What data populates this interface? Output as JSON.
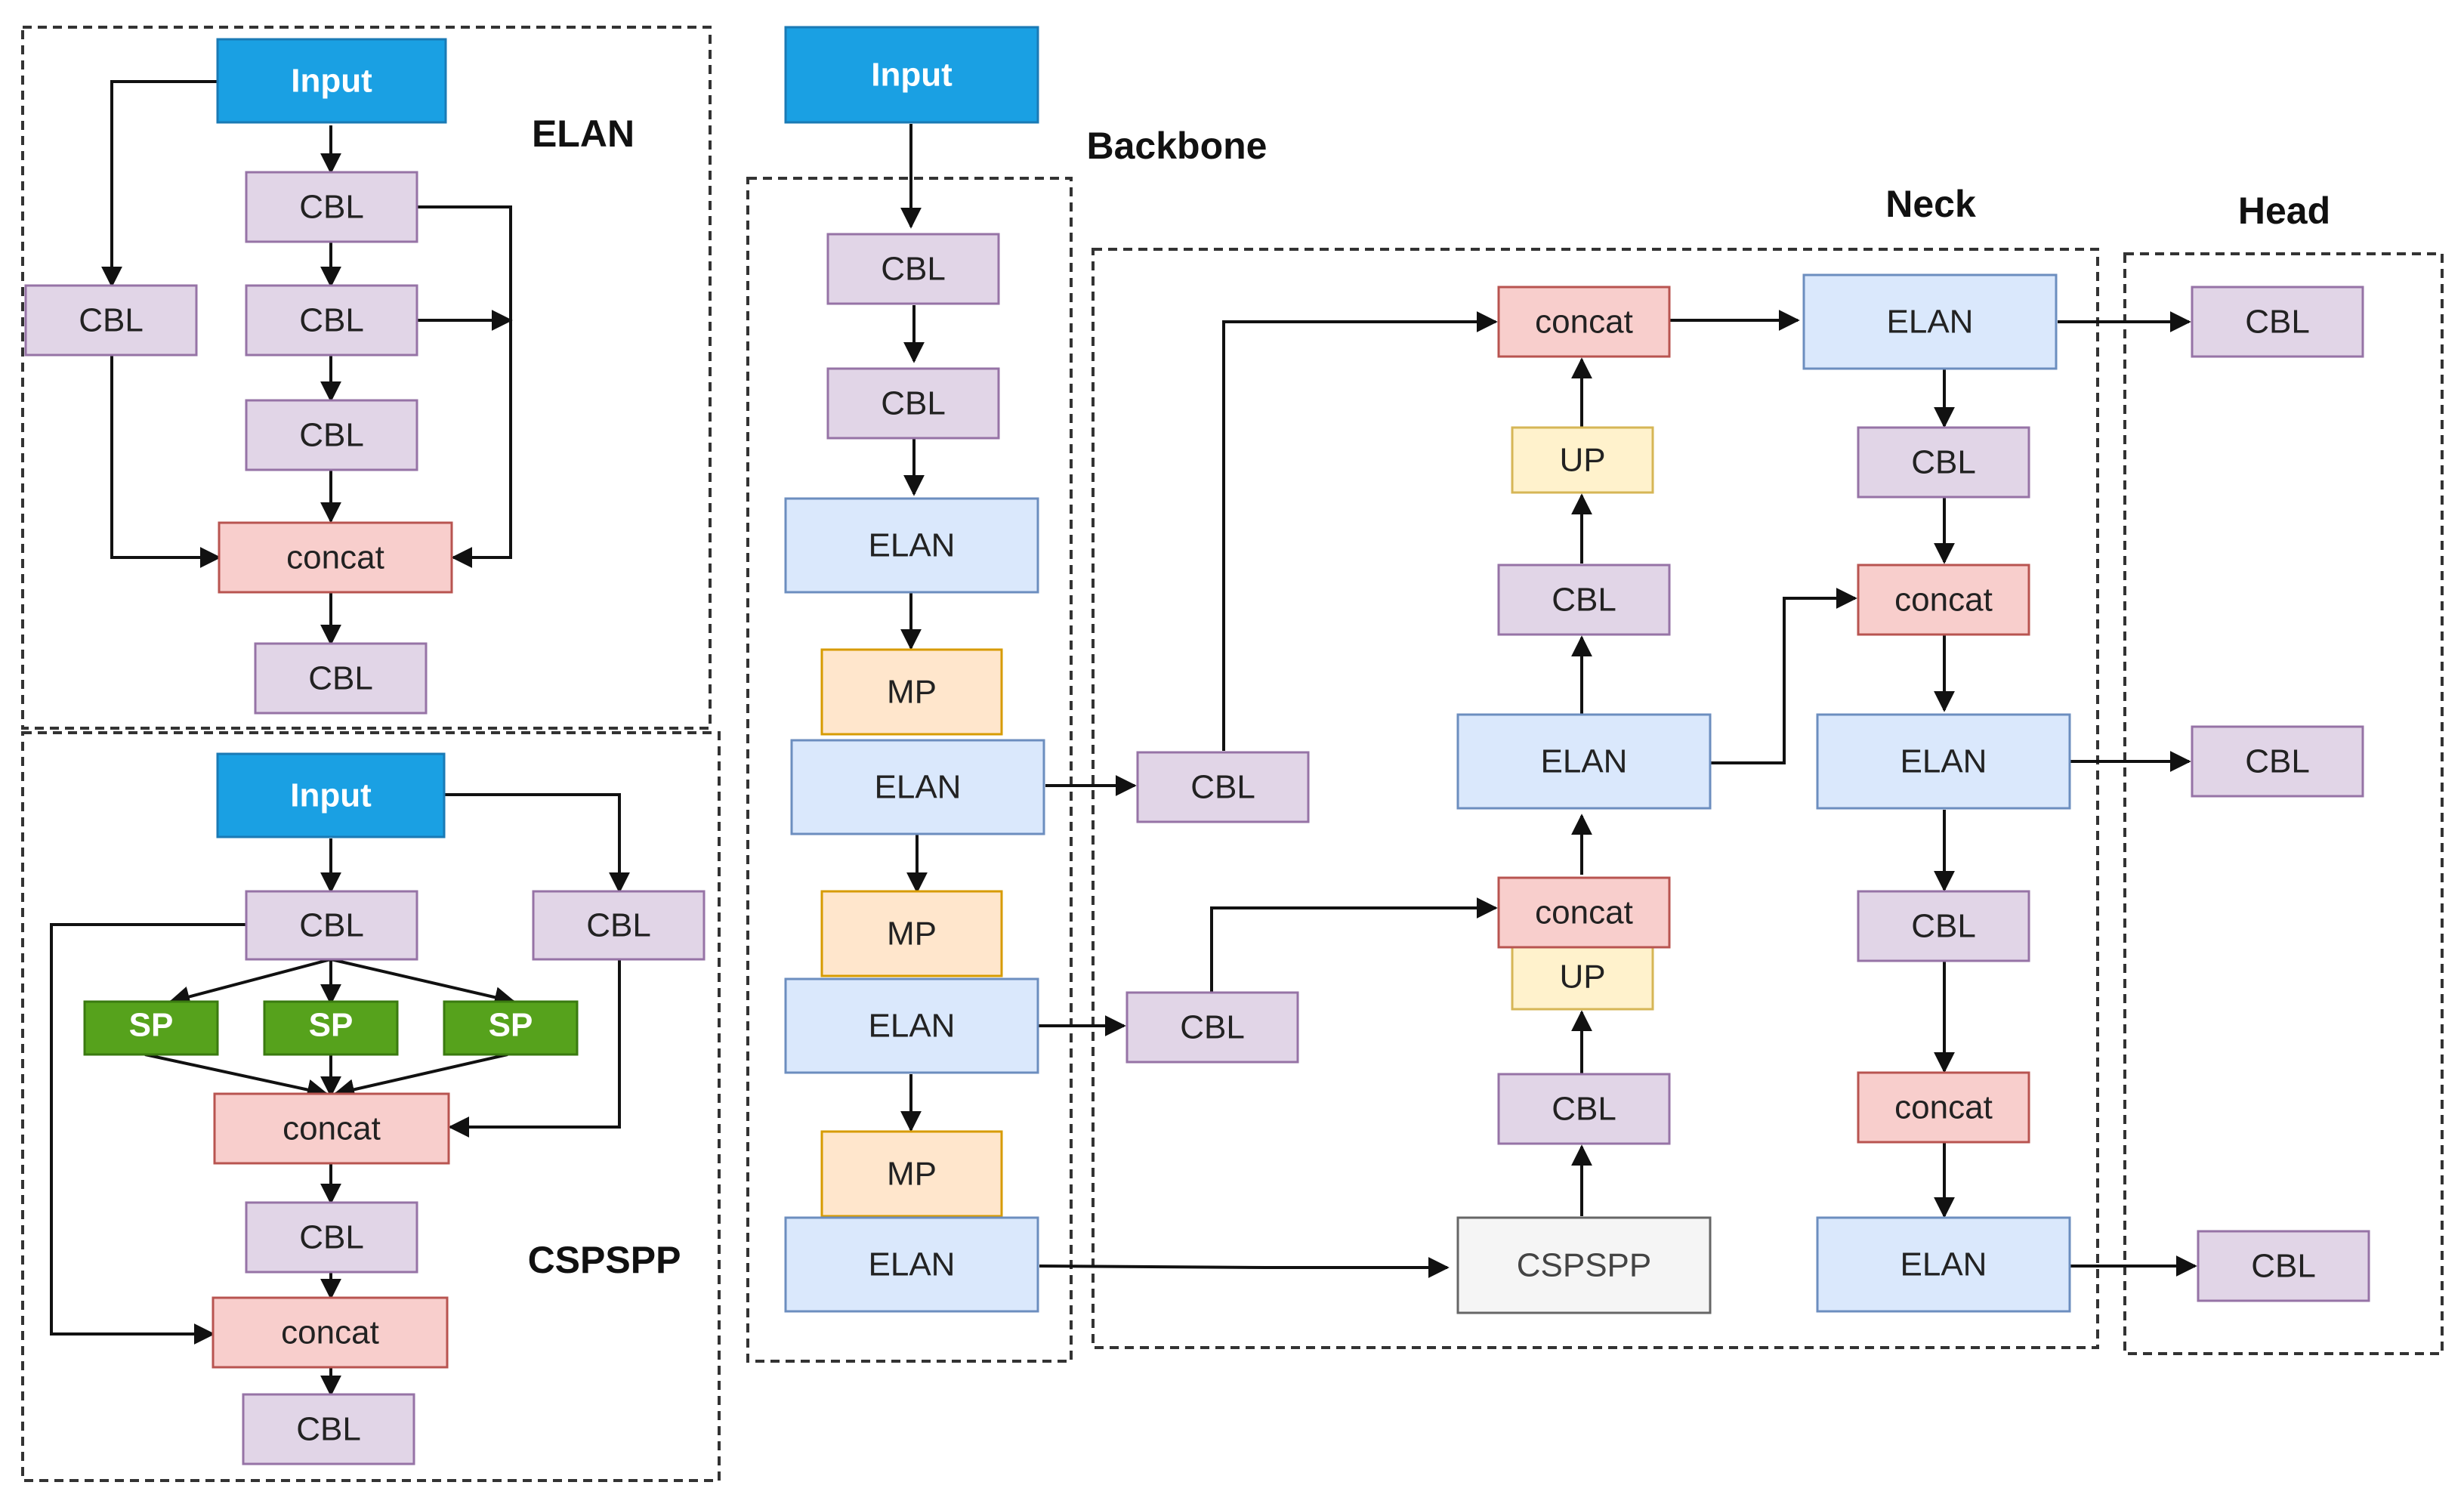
{
  "diagram": {
    "section_titles": {
      "elan": "ELAN",
      "cspspp": "CSPSPP",
      "backbone": "Backbone",
      "neck": "Neck",
      "head": "Head"
    },
    "elan_block": {
      "input": "Input",
      "cbl_1": "CBL",
      "cbl_2": "CBL",
      "cbl_3": "CBL",
      "cbl_side": "CBL",
      "concat": "concat",
      "cbl_out": "CBL"
    },
    "cspspp_block": {
      "input": "Input",
      "cbl_1": "CBL",
      "cbl_side": "CBL",
      "sp_1": "SP",
      "sp_2": "SP",
      "sp_3": "SP",
      "concat_1": "concat",
      "cbl_2": "CBL",
      "concat_2": "concat",
      "cbl_out": "CBL"
    },
    "main": {
      "input": "Input",
      "backbone": [
        "CBL",
        "CBL",
        "ELAN",
        "MP",
        "ELAN",
        "MP",
        "ELAN",
        "MP",
        "ELAN"
      ],
      "lateral": [
        "CBL",
        "CBL"
      ],
      "neck": {
        "concat_top": "concat",
        "up_top": "UP",
        "cbl_mid": "CBL",
        "elan_mid": "ELAN",
        "concat_low": "concat",
        "up_low": "UP",
        "cbl_low": "CBL",
        "cspspp": "CSPSPP",
        "elan_r1": "ELAN",
        "cbl_r1": "CBL",
        "concat_r1": "concat",
        "elan_r2": "ELAN",
        "cbl_r2": "CBL",
        "concat_r2": "concat",
        "elan_r3": "ELAN"
      },
      "head": [
        "CBL",
        "CBL",
        "CBL"
      ]
    }
  }
}
